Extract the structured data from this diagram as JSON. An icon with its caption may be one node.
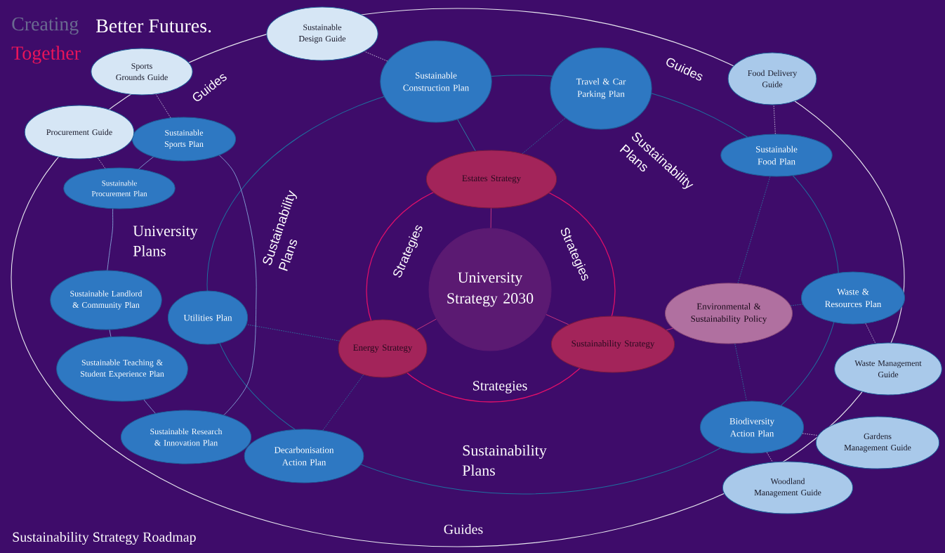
{
  "diagram": {
    "title": "Sustainability Strategy Roadmap",
    "nodes": [
      {
        "text": [
          "University Strategy 2030"
        ]
      },
      {
        "text": [
          "Estates Strategy"
        ]
      },
      {
        "text": [
          "Energy Strategy"
        ]
      },
      {
        "text": [
          "Sustainability Strategy"
        ]
      },
      {
        "text": [
          "Environmental & Sustainability Policy"
        ]
      },
      {
        "text": [
          "Sustainable Construction Plan"
        ]
      },
      {
        "text": [
          "Travel & Car Parking Plan"
        ]
      },
      {
        "text": [
          "Sustainable Food Plan"
        ]
      },
      {
        "text": [
          "Waste & Resources Plan"
        ]
      },
      {
        "text": [
          "Biodiversity Action Plan"
        ]
      },
      {
        "text": [
          "Decarbonisation Action Plan"
        ]
      },
      {
        "text": [
          "Utilities Plan"
        ]
      },
      {
        "text": [
          "Sustainable Sports Plan"
        ]
      },
      {
        "text": [
          "Sustainable Procurement Plan"
        ]
      },
      {
        "text": [
          "Sustainable Landlord & Community Plan"
        ]
      },
      {
        "text": [
          "Sustainable Teaching & Student Experience Plan"
        ]
      },
      {
        "text": [
          "Sustainable Research & Innovation Plan"
        ]
      },
      {
        "text": [
          "Sustainable Design Guide"
        ]
      },
      {
        "text": [
          "Sports Grounds Guide"
        ]
      },
      {
        "text": [
          "Procurement Guide"
        ]
      },
      {
        "text": [
          "Food Delivery Guide"
        ]
      },
      {
        "text": [
          "Waste Management Guide"
        ]
      },
      {
        "text": [
          "Gardens Management Guide"
        ]
      },
      {
        "text": [
          "Woodland Management Guide"
        ]
      }
    ],
    "edges": [
      {
        "from": 0,
        "to": 1,
        "arrow": "none",
        "color": "#d03a80"
      },
      {
        "from": 0,
        "to": 2,
        "arrow": "none",
        "color": "#d03a80"
      },
      {
        "from": 0,
        "to": 3,
        "arrow": "none",
        "color": "#d03a80"
      },
      {
        "from": 3,
        "to": 4,
        "arrow": "none",
        "color": "#d03a80"
      },
      {
        "from": 1,
        "to": 5,
        "arrow": "none",
        "color": "#2a8aa8"
      },
      {
        "from": 1,
        "to": 6,
        "arrow": "none",
        "style": "dashed",
        "color": "#2a8aa8"
      },
      {
        "from": 2,
        "to": 11,
        "arrow": "none",
        "style": "dashed",
        "color": "#2a8aa8"
      },
      {
        "from": 2,
        "to": 10,
        "arrow": "none",
        "style": "dashed",
        "color": "#2a8aa8"
      },
      {
        "from": 4,
        "to": 7,
        "arrow": "none",
        "style": "dashed",
        "color": "#2a8aa8"
      },
      {
        "from": 4,
        "to": 8,
        "arrow": "none",
        "style": "dashed",
        "color": "#2a8aa8"
      },
      {
        "from": 4,
        "to": 9,
        "arrow": "none",
        "style": "dashed",
        "color": "#2a8aa8"
      },
      {
        "from": 5,
        "to": 17,
        "arrow": "none",
        "style": "dashed",
        "color": "#e0e0f0"
      },
      {
        "from": 12,
        "to": 18,
        "arrow": "none",
        "style": "dashed",
        "color": "#e0e0f0"
      },
      {
        "from": 13,
        "to": 19,
        "arrow": "none",
        "style": "dashed",
        "color": "#e0e0f0"
      },
      {
        "from": 7,
        "to": 20,
        "arrow": "none",
        "style": "dashed",
        "color": "#e0e0f0"
      },
      {
        "from": 8,
        "to": 21,
        "arrow": "none",
        "style": "dashed",
        "color": "#e0e0f0"
      },
      {
        "from": 9,
        "to": 22,
        "arrow": "none",
        "style": "dashed",
        "color": "#e0e0f0"
      },
      {
        "from": 9,
        "to": 23,
        "arrow": "none",
        "style": "dashed",
        "color": "#e0e0f0"
      }
    ],
    "labels": [
      "Creating",
      "Better Futures.",
      "Together",
      "Guides",
      "Guides",
      "University Plans",
      "Sustainability Plans",
      "Strategies",
      "Strategies",
      "Sustainability Plans",
      "Strategies",
      "Sustainability Plans",
      "Guides"
    ]
  }
}
